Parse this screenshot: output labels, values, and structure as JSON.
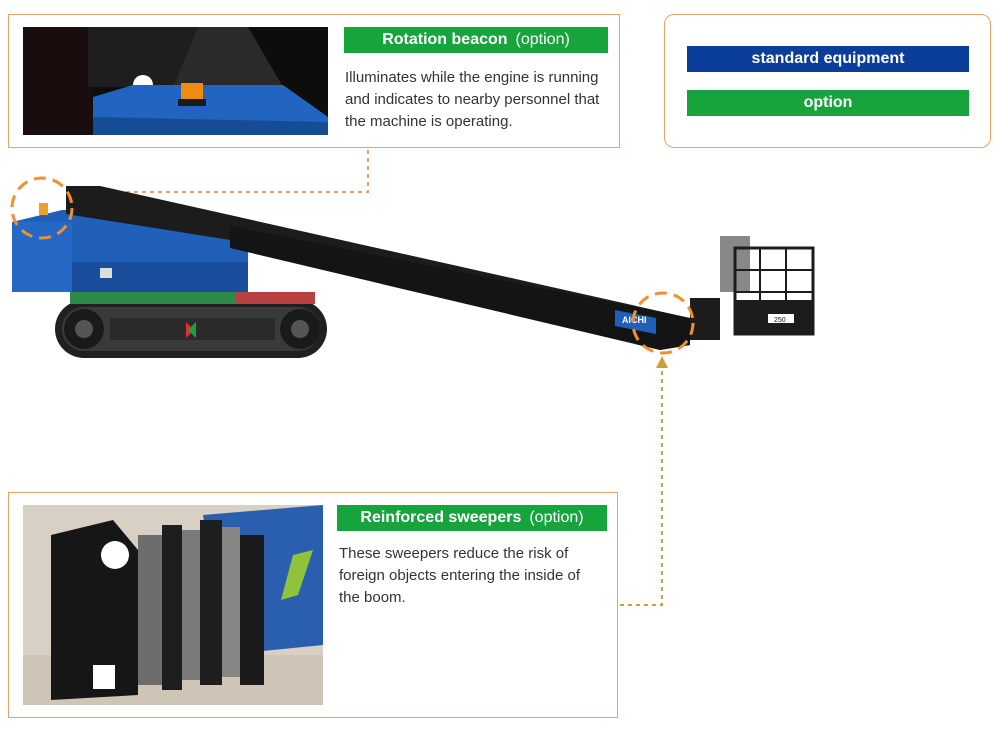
{
  "colors": {
    "standard": "#0b3d9a",
    "option": "#17a43d",
    "callout_border": "#e8a36a",
    "callout_circle": "#f0912e",
    "leader_line": "#c9a23a",
    "boom": "#1c1c1c",
    "machine_blue": "#2060b8"
  },
  "legend": {
    "standard_label": "standard equipment",
    "option_label": "option"
  },
  "callouts": {
    "beacon": {
      "title": "Rotation beacon",
      "qualifier": "(option)",
      "description": "Illuminates while the engine is running and indicates to nearby personnel that the machine is operating.",
      "photo_icon": "rotation-beacon-photo"
    },
    "sweepers": {
      "title": "Reinforced sweepers",
      "qualifier": "(option)",
      "description": "These sweepers reduce the risk of foreign objects entering the inside of the boom.",
      "photo_icon": "boom-sweeper-photo"
    }
  },
  "machine": {
    "brand_label": "AICHI",
    "basket_label": "250"
  }
}
